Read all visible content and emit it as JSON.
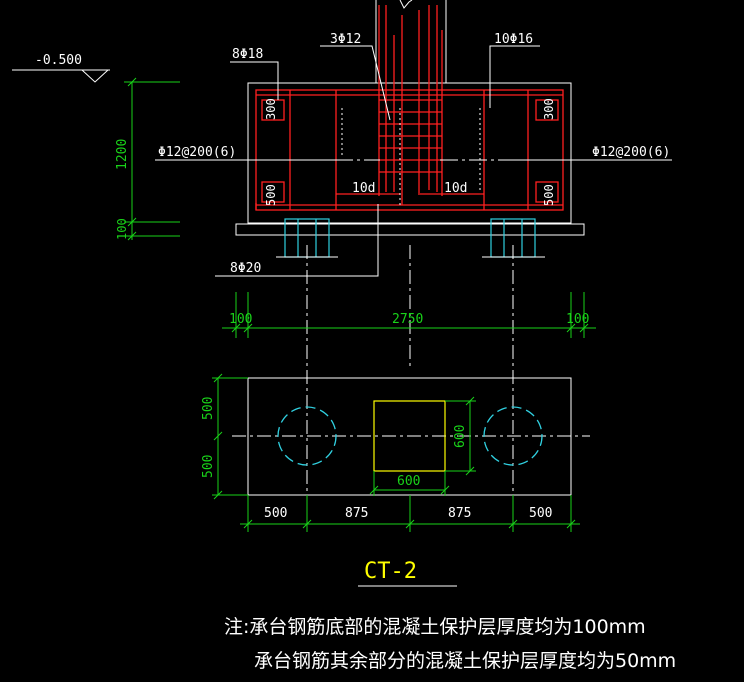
{
  "elevation": {
    "level": "-0.500"
  },
  "section": {
    "top_rebar": "8Φ18",
    "column_bars": "3Φ12",
    "anchor_bars": "10Φ16",
    "stirrup_left": "Φ12@200(6)",
    "stirrup_right": "Φ12@200(6)",
    "bottom_rebar": "8Φ20",
    "cover_top_left": "300",
    "cover_top_right": "300",
    "cover_bottom_left": "500",
    "cover_bottom_right": "500",
    "lap_left": "10d",
    "lap_right": "10d",
    "height_dim": "1200",
    "bed_dim": "100"
  },
  "dims_top": {
    "left": "100",
    "middle": "2750",
    "right": "100"
  },
  "plan": {
    "half_upper": "500",
    "half_lower": "500",
    "col_height": "600",
    "col_width": "600",
    "seg1": "500",
    "seg2": "875",
    "seg3": "875",
    "seg4": "500"
  },
  "title": "CT-2",
  "notes": {
    "line1": "注:承台钢筋底部的混凝土保护层厚度均为100mm",
    "line2": "承台钢筋其余部分的混凝土保护层厚度均为50mm"
  },
  "colors": {
    "outline": "#ffffff",
    "rebar": "#ff2020",
    "dim": "#19d219",
    "column": "#ffff00",
    "pile": "#30d0e0"
  }
}
